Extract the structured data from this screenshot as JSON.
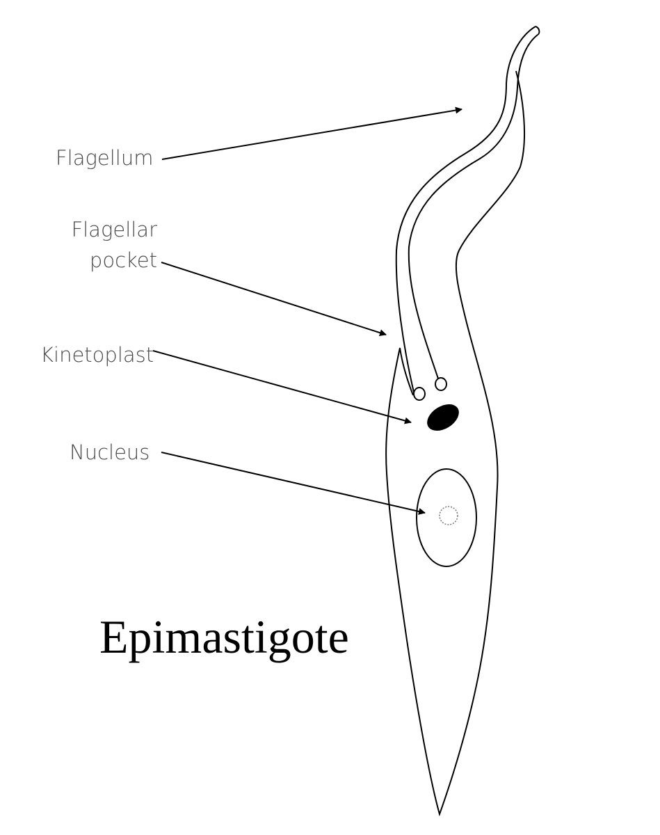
{
  "title": "Epimastigote",
  "labels": {
    "flagellum": "Flagellum",
    "flagellar_pocket_line1": "Flagellar",
    "flagellar_pocket_line2": "pocket",
    "kinetoplast": "Kinetoplast",
    "nucleus": "Nucleus"
  },
  "colors": {
    "outline": "#000000",
    "label_text": "#4a4a4a",
    "background": "#ffffff"
  }
}
